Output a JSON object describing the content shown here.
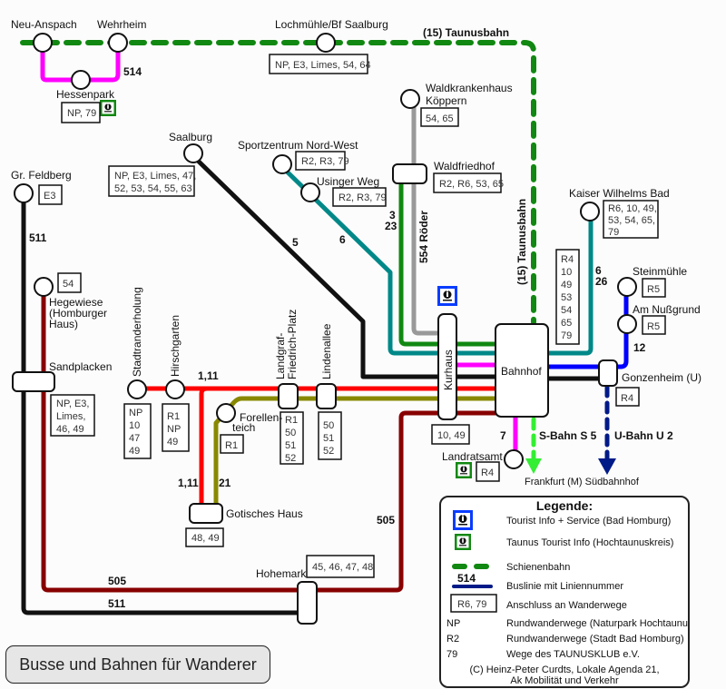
{
  "title": "Busse und Bahnen für Wanderer",
  "rail_label_taunusbahn": "(15) Taunusbahn",
  "rail_label_taunusbahn_vertical": "(15) Taunusbahn",
  "rail_label_sbahn": "S-Bahn S 5",
  "rail_label_ubahn": "U-Bahn U 2",
  "destination_label": "Frankfurt (M) Südbahnhof",
  "line_numbers": {
    "l514": "514",
    "l511": "511",
    "l505_right": "505",
    "l505_bottom": "505",
    "l511_bottom": "511",
    "l5": "5",
    "l6": "6",
    "l3": "3",
    "l23": "23",
    "l554": "554 Röder",
    "l6_26a": "6",
    "l6_26b": "26",
    "l12": "12",
    "l7": "7",
    "l1_11_top": "1,11",
    "l1_11_bottom": "1,11",
    "l21": "21"
  },
  "stations": {
    "neu_anspach": "Neu-Anspach",
    "wehrheim": "Wehrheim",
    "hessenpark": "Hessenpark",
    "lochmuehle": "Lochmühle/Bf Saalburg",
    "saalburg": "Saalburg",
    "gr_feldberg": "Gr. Feldberg",
    "hegewiese_1": "Hegewiese",
    "hegewiese_2": "(Homburger",
    "hegewiese_3": "Haus)",
    "sandplacken": "Sandplacken",
    "stadtranderholung": "Stadtranderholung",
    "hirschgarten": "Hirschgarten",
    "landgraf_1": "Landgraf-",
    "landgraf_2": "Friedrich-Platz",
    "lindenallee": "Lindenallee",
    "forellenteich_1": "Forellen-",
    "forellenteich_2": "teich",
    "gotisches_haus": "Gotisches Haus",
    "hohemark": "Hohemark",
    "sportzentrum": "Sportzentrum Nord-West",
    "usinger_weg": "Usinger Weg",
    "waldkrankenhaus_1": "Waldkrankenhaus",
    "waldkrankenhaus_2": "Köppern",
    "waldfriedhof": "Waldfriedhof",
    "kurhaus": "Kurhaus",
    "bahnhof": "Bahnhof",
    "kaiser_wilhelms_bad": "Kaiser Wilhelms Bad",
    "steinmuehle": "Steinmühle",
    "am_nussgrund": "Am Nußgrund",
    "gonzenheim": "Gonzenheim (U)",
    "landratsamt": "Landratsamt"
  },
  "trail_boxes": {
    "hessenpark": [
      "NP, 79"
    ],
    "lochmuehle": [
      "NP, E3, Limes, 54, 64"
    ],
    "saalburg": [
      "NP, E3, Limes, 47,",
      "52, 53, 54, 55, 63"
    ],
    "gr_feldberg": [
      "E3"
    ],
    "hegewiese": [
      "54"
    ],
    "sandplacken": [
      "NP, E3,",
      "Limes,",
      "46, 49"
    ],
    "stadtranderholung": [
      "NP",
      "10",
      "47",
      "49"
    ],
    "hirschgarten": [
      "R1",
      "NP",
      "49"
    ],
    "forellenteich": [
      "R1"
    ],
    "landgraf": [
      "R1",
      "50",
      "51",
      "52"
    ],
    "lindenallee": [
      "50",
      "51",
      "52"
    ],
    "gotisches_haus": [
      "48, 49"
    ],
    "hohemark": [
      "45, 46, 47, 48"
    ],
    "sportzentrum": [
      "R2, R3, 79"
    ],
    "usinger_weg": [
      "R2, R3, 79"
    ],
    "waldkrankenhaus": [
      "54, 65"
    ],
    "waldfriedhof": [
      "R2, R6, 53, 65"
    ],
    "kurhaus": [
      "10, 49"
    ],
    "bahnhof": [
      "R4",
      "10",
      "49",
      "53",
      "54",
      "65",
      "79"
    ],
    "kaiser_wilhelms_bad": [
      "R6, 10, 49,",
      "53, 54, 65,",
      "79"
    ],
    "steinmuehle": [
      "R5"
    ],
    "am_nussgrund": [
      "R5"
    ],
    "gonzenheim": [
      "R4"
    ],
    "landratsamt": [
      "R4"
    ]
  },
  "colors": {
    "rail_green": "#118811",
    "sbahn_green": "#33ee33",
    "ubahn_navy": "#001a88",
    "magenta": "#ff00ff",
    "black": "#111111",
    "teal": "#008888",
    "gray": "#999999",
    "green": "#118811",
    "blue": "#0000ff",
    "red": "#ff0000",
    "olive": "#888800",
    "maroon": "#880000",
    "info_blue": "#0a3cff",
    "info_green": "#118811"
  },
  "legend": {
    "title": "Legende:",
    "items": [
      {
        "icon": "tourist-info-blue-icon",
        "label": "Tourist Info + Service (Bad Homburg)"
      },
      {
        "icon": "tourist-info-green-icon",
        "label": "Taunus Tourist Info (Hochtaunuskreis)"
      },
      {
        "icon": "rail-dashed-icon",
        "label": "Schienenbahn"
      },
      {
        "icon": "bus-line-icon",
        "label": "Buslinie mit Liniennummer",
        "sample_number": "514"
      },
      {
        "icon": "trail-box-icon",
        "label": "Anschluss an Wanderwege",
        "sample_box": "R6, 79"
      }
    ],
    "abbreviations": [
      {
        "key": "NP",
        "label": "Rundwanderwege (Naturpark Hochtaunus)"
      },
      {
        "key": "R2",
        "label": "Rundwanderwege (Stadt Bad Homburg)"
      },
      {
        "key": "79",
        "label": "Wege des TAUNUSKLUB e.V."
      }
    ],
    "credit_1": "(C) Heinz-Peter Curdts, Lokale Agenda 21,",
    "credit_2": "Ak Mobilität und Verkehr"
  }
}
